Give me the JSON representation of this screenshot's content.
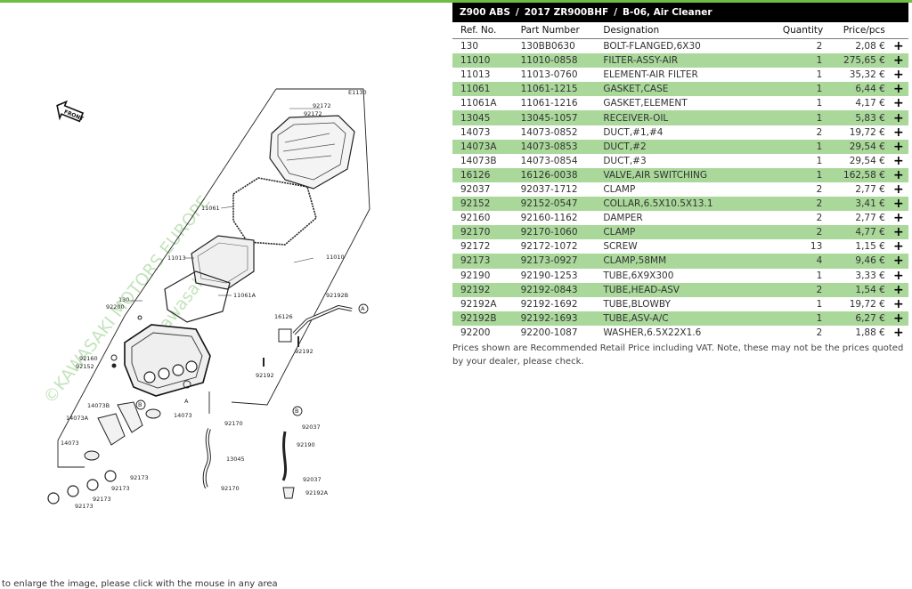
{
  "breadcrumb": [
    "Z900 ABS",
    "2017 ZR900BHF",
    "B-06, Air Cleaner"
  ],
  "table": {
    "headers": [
      "Ref. No.",
      "Part Number",
      "Designation",
      "Quantity",
      "Price/pcs"
    ],
    "rows": [
      {
        "ref": "130",
        "part": "130BB0630",
        "desc": "BOLT-FLANGED,6X30",
        "qty": "2",
        "price": "2,08 €"
      },
      {
        "ref": "11010",
        "part": "11010-0858",
        "desc": "FILTER-ASSY-AIR",
        "qty": "1",
        "price": "275,65 €"
      },
      {
        "ref": "11013",
        "part": "11013-0760",
        "desc": "ELEMENT-AIR FILTER",
        "qty": "1",
        "price": "35,32 €"
      },
      {
        "ref": "11061",
        "part": "11061-1215",
        "desc": "GASKET,CASE",
        "qty": "1",
        "price": "6,44 €"
      },
      {
        "ref": "11061A",
        "part": "11061-1216",
        "desc": "GASKET,ELEMENT",
        "qty": "1",
        "price": "4,17 €"
      },
      {
        "ref": "13045",
        "part": "13045-1057",
        "desc": "RECEIVER-OIL",
        "qty": "1",
        "price": "5,83 €"
      },
      {
        "ref": "14073",
        "part": "14073-0852",
        "desc": "DUCT,#1,#4",
        "qty": "2",
        "price": "19,72 €"
      },
      {
        "ref": "14073A",
        "part": "14073-0853",
        "desc": "DUCT,#2",
        "qty": "1",
        "price": "29,54 €"
      },
      {
        "ref": "14073B",
        "part": "14073-0854",
        "desc": "DUCT,#3",
        "qty": "1",
        "price": "29,54 €"
      },
      {
        "ref": "16126",
        "part": "16126-0038",
        "desc": "VALVE,AIR SWITCHING",
        "qty": "1",
        "price": "162,58 €"
      },
      {
        "ref": "92037",
        "part": "92037-1712",
        "desc": "CLAMP",
        "qty": "2",
        "price": "2,77 €"
      },
      {
        "ref": "92152",
        "part": "92152-0547",
        "desc": "COLLAR,6.5X10.5X13.1",
        "qty": "2",
        "price": "3,41 €"
      },
      {
        "ref": "92160",
        "part": "92160-1162",
        "desc": "DAMPER",
        "qty": "2",
        "price": "2,77 €"
      },
      {
        "ref": "92170",
        "part": "92170-1060",
        "desc": "CLAMP",
        "qty": "2",
        "price": "4,77 €"
      },
      {
        "ref": "92172",
        "part": "92172-1072",
        "desc": "SCREW",
        "qty": "13",
        "price": "1,15 €"
      },
      {
        "ref": "92173",
        "part": "92173-0927",
        "desc": "CLAMP,58MM",
        "qty": "4",
        "price": "9,46 €"
      },
      {
        "ref": "92190",
        "part": "92190-1253",
        "desc": "TUBE,6X9X300",
        "qty": "1",
        "price": "3,33 €"
      },
      {
        "ref": "92192",
        "part": "92192-0843",
        "desc": "TUBE,HEAD-ASV",
        "qty": "2",
        "price": "1,54 €"
      },
      {
        "ref": "92192A",
        "part": "92192-1692",
        "desc": "TUBE,BLOWBY",
        "qty": "1",
        "price": "19,72 €"
      },
      {
        "ref": "92192B",
        "part": "92192-1693",
        "desc": "TUBE,ASV-A/C",
        "qty": "1",
        "price": "6,27 €"
      },
      {
        "ref": "92200",
        "part": "92200-1087",
        "desc": "WASHER,6.5X22X1.6",
        "qty": "2",
        "price": "1,88 €"
      }
    ]
  },
  "add_icon": "plus-icon",
  "note": "Prices shown are Recommended Retail Price including VAT. Note, these may not be the prices quoted by your dealer, please check.",
  "hint": "to enlarge the image, please click with the mouse in any area",
  "diagram": {
    "code": "E1130",
    "front": "FRONT",
    "watermark": [
      "©KAWASAKI MOTORS EUROPE",
      "www.kawasaki.eu"
    ],
    "callouts": [
      "92172",
      "92172",
      "11061",
      "11013",
      "11010",
      "11061A",
      "130",
      "92200",
      "92160",
      "92152",
      "92192B",
      "16126",
      "92192",
      "92192",
      "14073B",
      "14073A",
      "14073",
      "14073",
      "92170",
      "92037",
      "92190",
      "92192A",
      "92037",
      "13045",
      "92170",
      "92173",
      "92173",
      "92173",
      "92173",
      "A",
      "A",
      "B",
      "B"
    ]
  },
  "colors": {
    "accent": "#6fbe44",
    "row_alt": "#a9d89a",
    "header_bg": "#000000"
  }
}
